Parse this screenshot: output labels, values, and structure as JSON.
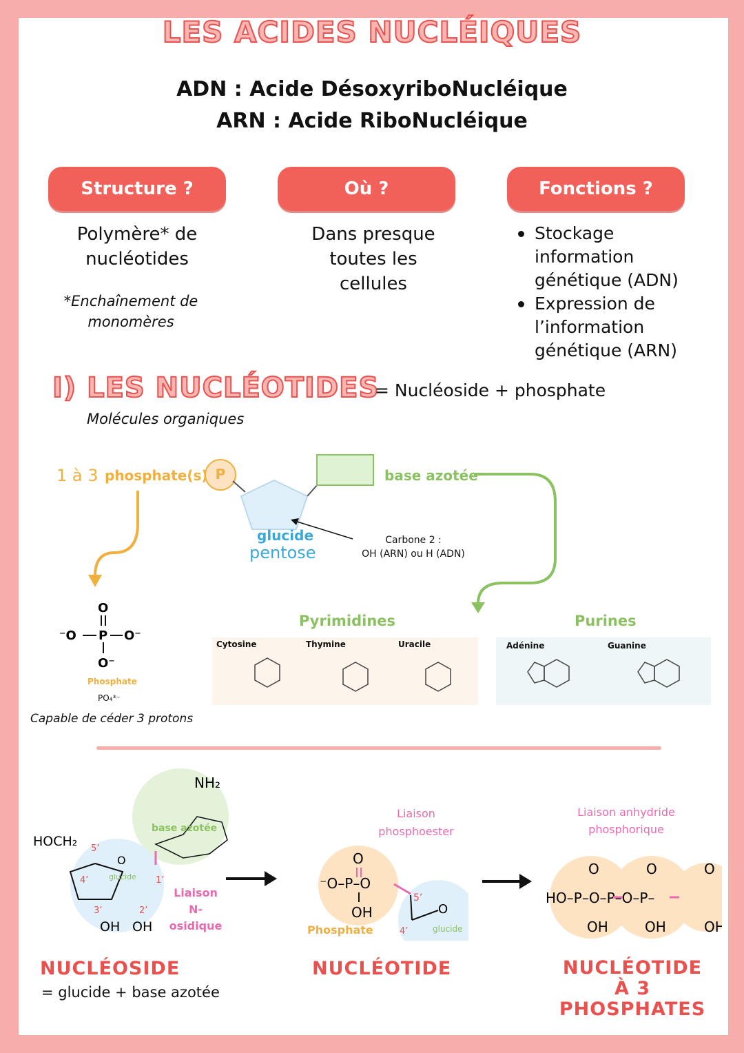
{
  "title": "LES ACIDES NUCLÉIQUES",
  "subtitles": [
    "ADN :  Acide DésoxyriboNucléique",
    "ARN : Acide RiboNucléique"
  ],
  "pills": [
    {
      "label": "Structure ?"
    },
    {
      "label": "Où ?"
    },
    {
      "label": "Fonctions ?"
    }
  ],
  "structure": {
    "lines": [
      "Polymère* de",
      "nucléotides"
    ],
    "note": [
      "*Enchaînement de",
      "monomères"
    ]
  },
  "location": {
    "lines": [
      "Dans presque",
      "toutes les",
      "cellules"
    ]
  },
  "functions": {
    "items": [
      [
        "Stockage",
        "information",
        "génétique (ADN)"
      ],
      [
        "Expression de",
        "l’information",
        "génétique (ARN)"
      ]
    ]
  },
  "section1": {
    "title": "I) LES NUCLÉOTIDES",
    "equation": "= Nucléoside + phosphate",
    "subtitle": "Molécules organiques"
  },
  "diagram": {
    "phosphate_count": "1 à 3",
    "phosphate_label": "phosphate(s)",
    "p_symbol": "P",
    "base_label": "base azotée",
    "sugar_label": "glucide",
    "pentose_label": "pentose",
    "carbon_note": [
      "Carbone 2 :",
      "OH (ARN) ou H (ADN)"
    ],
    "phosphate_name": "Phosphate",
    "phosphate_formula": "PO₄³⁻",
    "phosphate_note": "Capable de céder 3 protons",
    "pyrimidines": "Pyrimidines",
    "purines": "Purines",
    "bases": [
      "Cytosine",
      "Thymine",
      "Uracile",
      "Adénine",
      "Guanine"
    ]
  },
  "bottom": {
    "nucleoside": {
      "title": "NUCLÉOSIDE",
      "desc": "= glucide + base azotée",
      "link": [
        "Liaison",
        "N-osidique"
      ],
      "base": "base azotée",
      "sugar": "glucide"
    },
    "nucleotide": {
      "title": "NUCLÉOTIDE",
      "link": [
        "Liaison",
        "phosphoester"
      ],
      "phosphate": "Phosphate",
      "sugar": "glucide"
    },
    "nucleotide3": {
      "title": [
        "NUCLÉOTIDE",
        "À 3",
        "PHOSPHATES"
      ],
      "link": [
        "Liaison anhydride",
        "phosphorique"
      ]
    }
  },
  "colors": {
    "accent": "#e9514f",
    "pill": "#f2605a",
    "orange": "#f0b040",
    "green": "#8cc161",
    "blue": "#3aa8d8",
    "pink": "#e86ab0",
    "frame": "#f7aeaa"
  }
}
